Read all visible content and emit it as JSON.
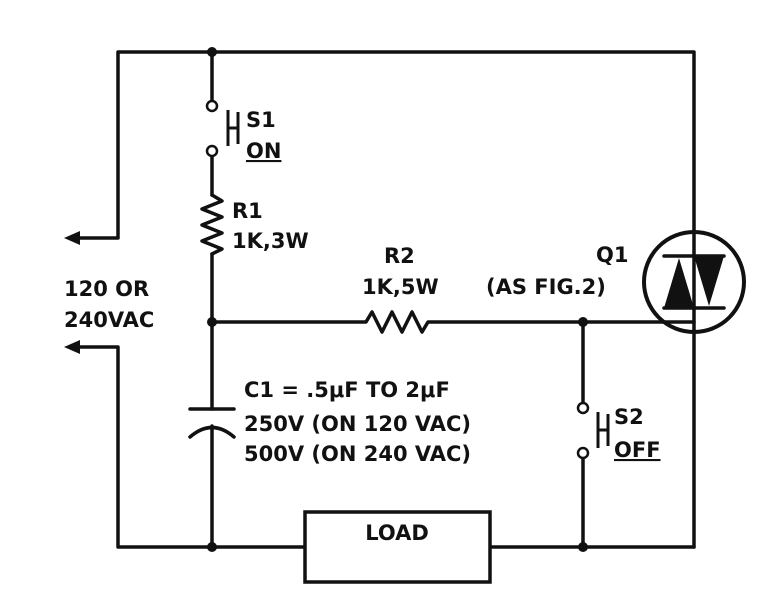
{
  "colors": {
    "ink": "#111111",
    "paper": "#ffffff"
  },
  "supply": {
    "line1": "120 OR",
    "line2": "240VAC"
  },
  "s1": {
    "name": "S1",
    "state": "ON"
  },
  "r1": {
    "name": "R1",
    "value": "1K,3W"
  },
  "r2": {
    "name": "R2",
    "value": "1K,5W"
  },
  "q1": {
    "name": "Q1",
    "note": "(AS FIG.2)"
  },
  "c1": {
    "line1": "C1 = .5μF  TO 2μF",
    "line2": "250V (ON 120 VAC)",
    "line3": "500V (ON 240 VAC)"
  },
  "s2": {
    "name": "S2",
    "state": "OFF"
  },
  "load": {
    "label": "LOAD"
  }
}
